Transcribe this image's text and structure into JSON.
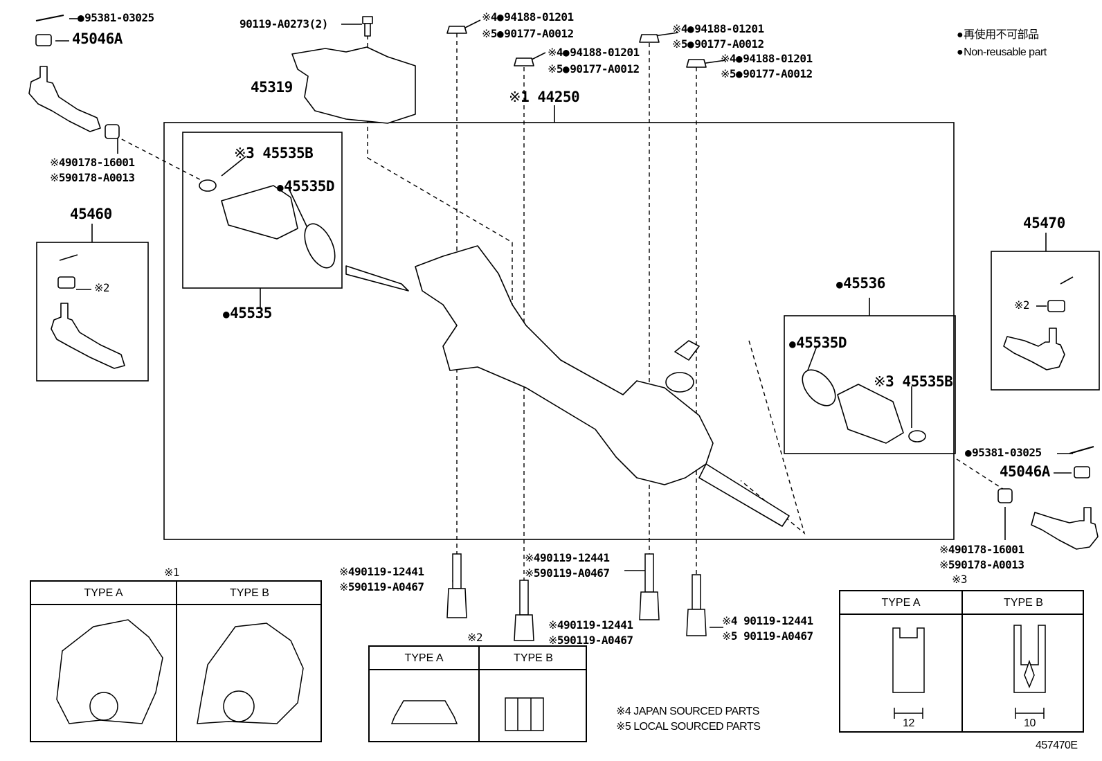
{
  "legend": {
    "non_reusable_jp": "再使用不可部品",
    "non_reusable_en": "Non-reusable part"
  },
  "notes": {
    "note4": "※4 JAPAN SOURCED PARTS",
    "note5": "※5 LOCAL SOURCED PARTS"
  },
  "figure_id": "457470E",
  "labels": {
    "p95381_left": "95381-03025",
    "p45046a_left": "45046A",
    "p90119_a0273": "90119-A0273(2)",
    "p45319": "45319",
    "top_a_4": "94188-01201",
    "top_a_5": "90177-A0012",
    "top_b_4": "94188-01201",
    "top_b_5": "90177-A0012",
    "top_c_4": "94188-01201",
    "top_c_5": "90177-A0012",
    "top_d_4": "94188-01201",
    "top_d_5": "90177-A0012",
    "p44250": "44250",
    "left_nut_4": "90178-16001",
    "left_nut_5": "90178-A0013",
    "p45535b_left": "45535B",
    "p45535d_left": "45535D",
    "p45535": "45535",
    "p45460": "45460",
    "p45470": "45470",
    "p45536": "45536",
    "p45535d_right": "45535D",
    "p45535b_right": "45535B",
    "p95381_right": "95381-03025",
    "p45046a_right": "45046A",
    "right_nut_4": "90178-16001",
    "right_nut_5": "90178-A0013",
    "bolt1_4": "90119-12441",
    "bolt1_5": "90119-A0467",
    "bolt2_4": "90119-12441",
    "bolt2_5": "90119-A0467",
    "bolt3_4": "90119-12441",
    "bolt3_5": "90119-A0467",
    "bolt4_4": "90119-12441",
    "bolt4_5": "90119-A0467",
    "box_note2": "2",
    "box_note2_right": "2",
    "note1_marker": "1",
    "note2_marker": "2",
    "note3_marker": "3",
    "note3_inline": "3",
    "note3_inline_r": "3"
  },
  "table1": {
    "col_a": "TYPE A",
    "col_b": "TYPE B"
  },
  "table2": {
    "col_a": "TYPE A",
    "col_b": "TYPE B"
  },
  "table3": {
    "col_a": "TYPE A",
    "col_b": "TYPE B",
    "dim_a": "12",
    "dim_b": "10"
  }
}
